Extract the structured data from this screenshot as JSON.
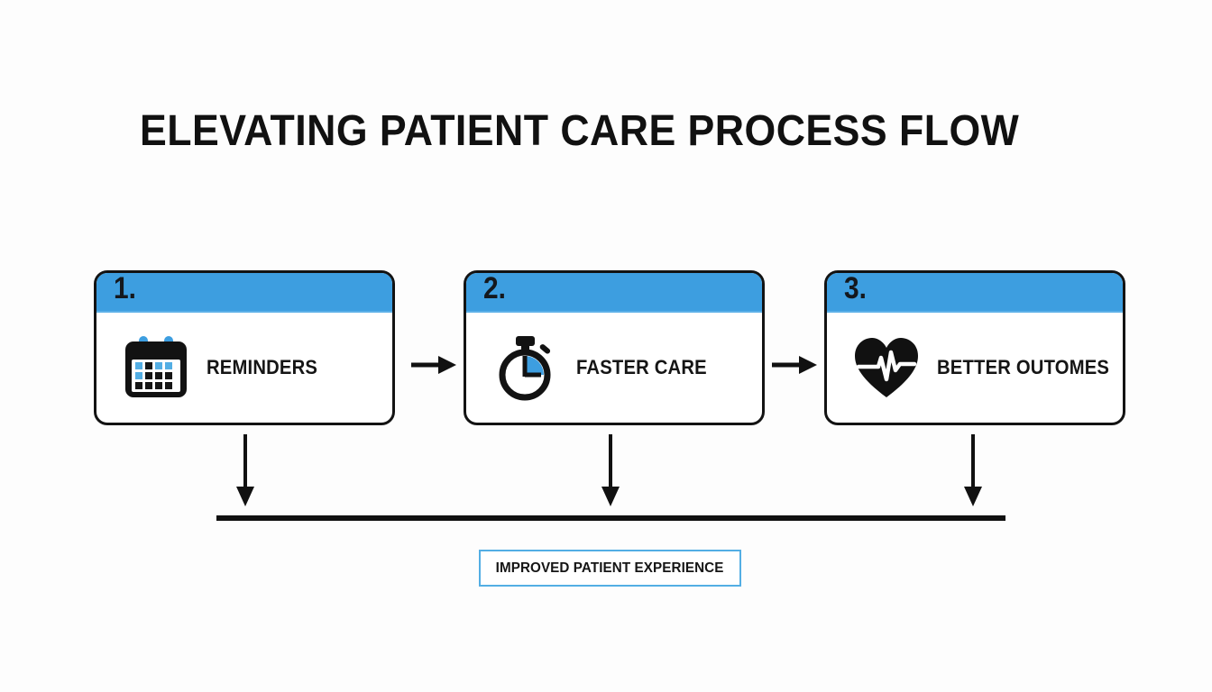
{
  "diagram": {
    "title": "ELEVATING PATIENT CARE PROCESS FLOW",
    "background_color": "#fdfdfd",
    "accent_color": "#3d9ee0",
    "line_color": "#131313",
    "steps": [
      {
        "number": "1.",
        "label": "REMINDERS",
        "icon": "calendar-icon"
      },
      {
        "number": "2.",
        "label": "FASTER CARE",
        "icon": "stopwatch-icon"
      },
      {
        "number": "3.",
        "label": "BETTER OUTOMES",
        "icon": "heartbeat-icon"
      }
    ],
    "connectors": {
      "step_arrow_1": "arrow-right-icon",
      "step_arrow_2": "arrow-right-icon",
      "down_arrow_1": "arrow-down-icon",
      "down_arrow_2": "arrow-down-icon",
      "down_arrow_3": "arrow-down-icon",
      "summary_rule": "horizontal-rule"
    },
    "outcome": {
      "label": "IMPROVED PATIENT EXPERIENCE",
      "border_color": "#53aee4"
    }
  }
}
